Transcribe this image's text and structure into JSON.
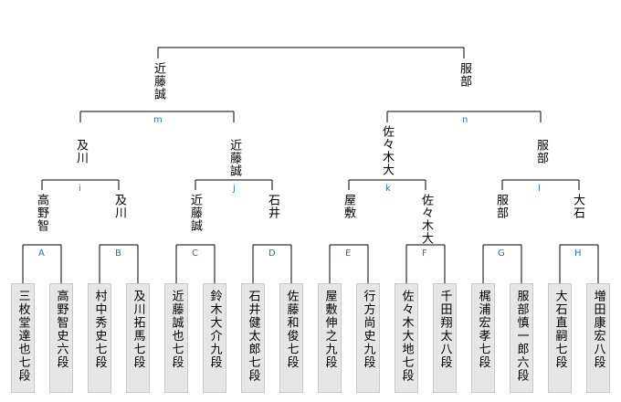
{
  "final": {
    "left_name": "近藤誠",
    "right_name": "服部"
  },
  "semifinals": [
    {
      "label": "m",
      "left": "及川",
      "right": "近藤誠"
    },
    {
      "label": "n",
      "left": "佐々木大",
      "right": "服部"
    }
  ],
  "quarterfinals": [
    {
      "label": "i",
      "left": "高野智",
      "right": "及川"
    },
    {
      "label": "j",
      "left": "近藤誠",
      "right": "石井"
    },
    {
      "label": "k",
      "left": "屋敷",
      "right": "佐々木大"
    },
    {
      "label": "l",
      "left": "服部",
      "right": "大石"
    }
  ],
  "first_round_labels": [
    "A",
    "B",
    "C",
    "D",
    "E",
    "F",
    "G",
    "H"
  ],
  "players": [
    "三枚堂達也七段",
    "高野智史六段",
    "村中秀史七段",
    "及川拓馬七段",
    "近藤誠也七段",
    "鈴木大介九段",
    "石井健太郎七段",
    "佐藤和俊七段",
    "屋敷伸之九段",
    "行方尚史九段",
    "佐々木大地七段",
    "千田翔太八段",
    "梶浦宏孝七段",
    "服部慎一郎六段",
    "大石直嗣七段",
    "増田康宏八段"
  ],
  "colors": {
    "line": "#000000",
    "match_label": "#1f6fd1",
    "leaf_background": "#e6e6e6"
  }
}
